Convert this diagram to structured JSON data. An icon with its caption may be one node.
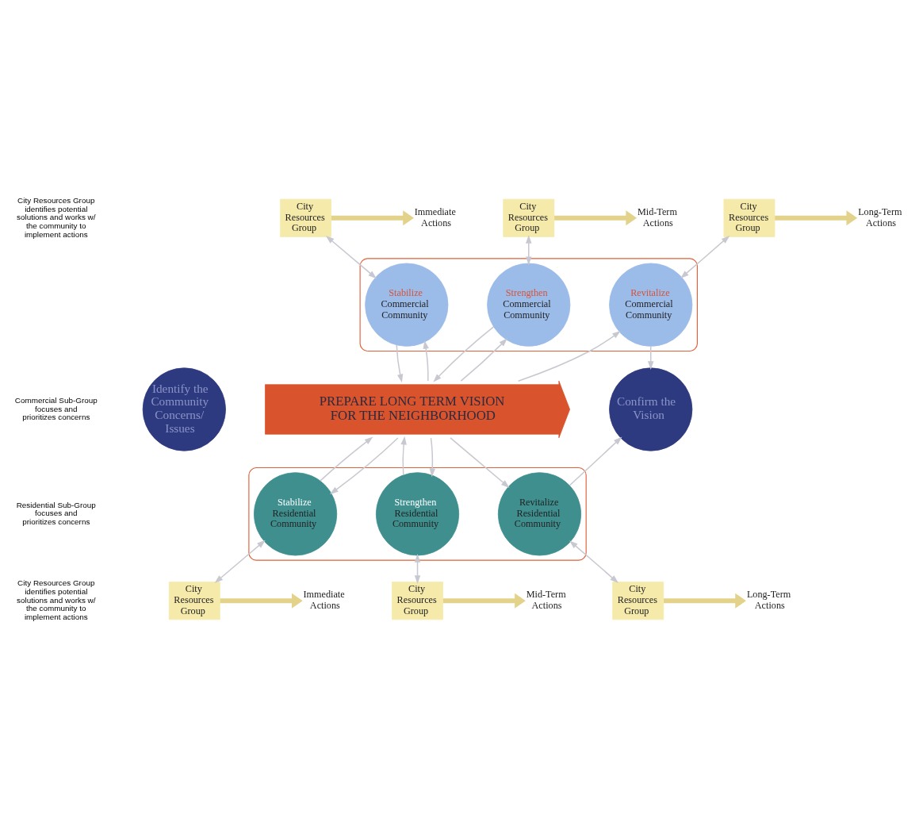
{
  "diagram": {
    "nodes": [
      {
        "text": [
          "Identify the Community Concerns/ Issues"
        ]
      },
      {
        "text": [
          "PREPARE LONG TERM VISION FOR THE NEIGHBORHOOD"
        ]
      },
      {
        "text": [
          "Confirm the Vision"
        ]
      },
      {
        "text": [],
        "shape": "box"
      },
      {
        "text": [
          "Stabilize",
          "Commercial Community"
        ],
        "in": 3
      },
      {
        "text": [
          "Strengthen",
          "Commercial Community"
        ],
        "in": 3
      },
      {
        "text": [
          "Revitalize",
          "Commercial Community"
        ],
        "in": 3
      },
      {
        "text": [],
        "shape": "box"
      },
      {
        "text": [
          "Stabilize",
          "Residential Community"
        ],
        "in": 7
      },
      {
        "text": [
          "Strengthen",
          "Residential Community"
        ],
        "in": 7
      },
      {
        "text": [
          "Revitalize",
          "Residential Community"
        ],
        "in": 7
      },
      {
        "text": [
          "City Resources Group"
        ]
      },
      {
        "text": [
          "City Resources Group"
        ]
      },
      {
        "text": [
          "City Resources Group"
        ]
      },
      {
        "text": [
          "City Resources Group"
        ]
      },
      {
        "text": [
          "City Resources Group"
        ]
      },
      {
        "text": [
          "City Resources Group"
        ]
      },
      {
        "text": [
          "Immediate Actions"
        ]
      },
      {
        "text": [
          "Mid-Term Actions"
        ]
      },
      {
        "text": [
          "Long-Term Actions"
        ]
      },
      {
        "text": [
          "Immediate Actions"
        ]
      },
      {
        "text": [
          "Mid-Term Actions"
        ]
      },
      {
        "text": [
          "Long-Term Actions"
        ]
      }
    ],
    "edges": [
      {
        "from": 11,
        "to": 4,
        "arrow": "both"
      },
      {
        "from": 12,
        "to": 5,
        "arrow": "both"
      },
      {
        "from": 13,
        "to": 6,
        "arrow": "both"
      },
      {
        "from": 11,
        "to": 17,
        "arrow": "to",
        "style": "thick",
        "color": "#e3d28a"
      },
      {
        "from": 12,
        "to": 18,
        "arrow": "to",
        "style": "thick",
        "color": "#e3d28a"
      },
      {
        "from": 13,
        "to": 19,
        "arrow": "to",
        "style": "thick",
        "color": "#e3d28a"
      },
      {
        "from": 8,
        "to": 14,
        "arrow": "both"
      },
      {
        "from": 9,
        "to": 15,
        "arrow": "both"
      },
      {
        "from": 10,
        "to": 16,
        "arrow": "both"
      },
      {
        "from": 14,
        "to": 20,
        "arrow": "to",
        "style": "thick",
        "color": "#e3d28a"
      },
      {
        "from": 15,
        "to": 21,
        "arrow": "to",
        "style": "thick",
        "color": "#e3d28a"
      },
      {
        "from": 16,
        "to": 22,
        "arrow": "to",
        "style": "thick",
        "color": "#e3d28a"
      },
      {
        "from": 1,
        "to": 4,
        "arrow": "to"
      },
      {
        "from": 4,
        "to": 1,
        "arrow": "to"
      },
      {
        "from": 1,
        "to": 5,
        "arrow": "to"
      },
      {
        "from": 5,
        "to": 1,
        "arrow": "to"
      },
      {
        "from": 1,
        "to": 6,
        "arrow": "to"
      },
      {
        "from": 6,
        "to": 2,
        "arrow": "to"
      },
      {
        "from": 1,
        "to": 8,
        "arrow": "to"
      },
      {
        "from": 8,
        "to": 1,
        "arrow": "to"
      },
      {
        "from": 1,
        "to": 9,
        "arrow": "to"
      },
      {
        "from": 9,
        "to": 1,
        "arrow": "to"
      },
      {
        "from": 1,
        "to": 10,
        "arrow": "to"
      },
      {
        "from": 10,
        "to": 2,
        "arrow": "to"
      }
    ],
    "labels": [
      "City Resources Group identifies potential solutions and works w/ the community to implement actions",
      "Commercial Sub-Group focuses and prioritizes concerns",
      "Residential Sub-Group focuses and prioritizes concerns",
      "City Resources Group identifies potential solutions and works w/ the community to implement actions"
    ]
  }
}
